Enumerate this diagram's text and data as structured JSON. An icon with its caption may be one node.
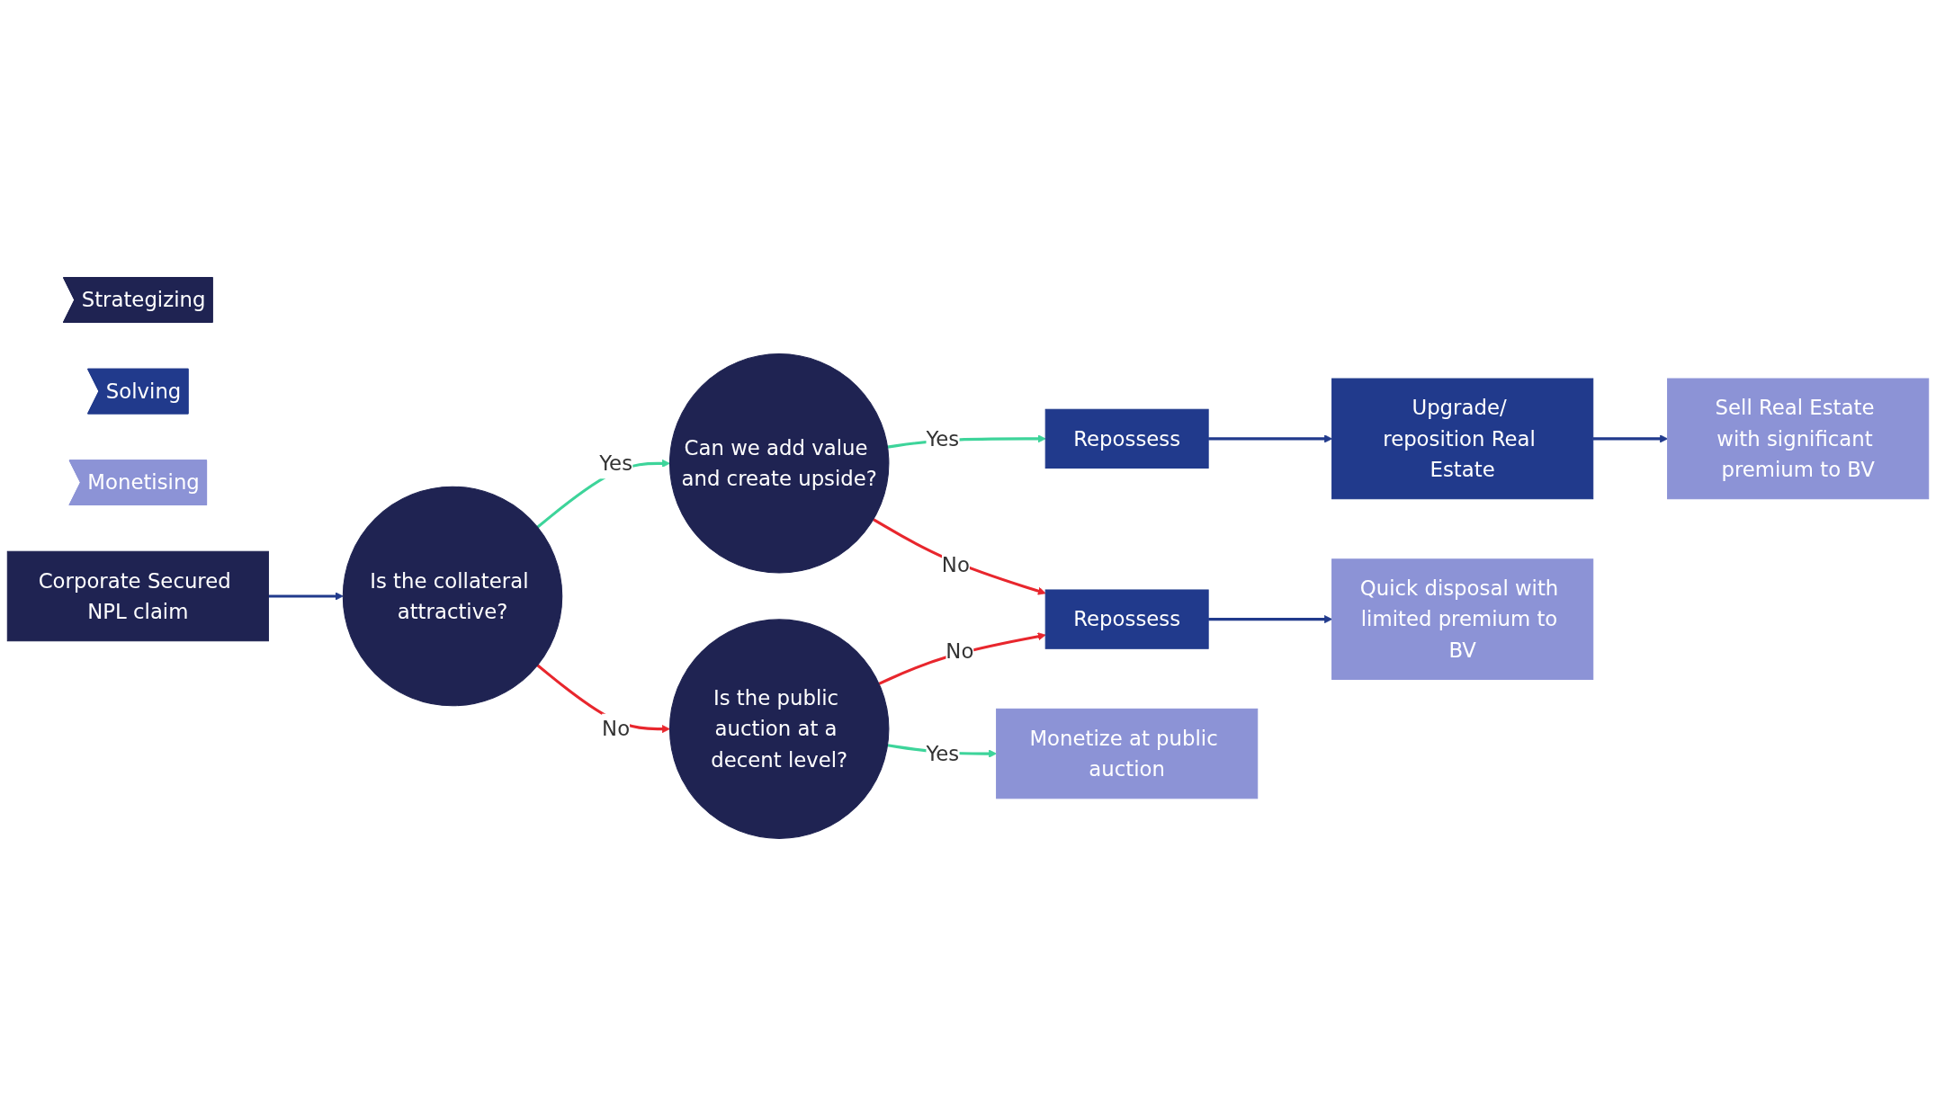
{
  "diagram": {
    "nodes": [
      {
        "text": [
          "Strategizing"
        ]
      },
      {
        "text": [
          "Solving"
        ]
      },
      {
        "text": [
          "Monetising"
        ]
      },
      {
        "text": [
          "Corporate Secured NPL claim"
        ]
      },
      {
        "text": [
          "Is the collateral attractive?"
        ]
      },
      {
        "text": [
          "Can we add value and create upside?"
        ]
      },
      {
        "text": [
          "Is the public auction at a decent level?"
        ]
      },
      {
        "text": [
          "Repossess"
        ]
      },
      {
        "text": [
          "Upgrade/ reposition Real Estate"
        ]
      },
      {
        "text": [
          "Sell Real Estate with significant premium to BV"
        ]
      },
      {
        "text": [
          "Repossess"
        ]
      },
      {
        "text": [
          "Quick disposal with limited premium to BV"
        ]
      },
      {
        "text": [
          "Monetize at public auction"
        ]
      }
    ],
    "edges": [
      {
        "from": 3,
        "to": 4,
        "arrow": "to"
      },
      {
        "from": 4,
        "to": 5,
        "arrow": "to",
        "label": "Yes",
        "color": "#3dd49a"
      },
      {
        "from": 4,
        "to": 6,
        "arrow": "to",
        "label": "No",
        "color": "#e8262d"
      },
      {
        "from": 5,
        "to": 7,
        "arrow": "to",
        "label": "Yes",
        "color": "#3dd49a"
      },
      {
        "from": 5,
        "to": 10,
        "arrow": "to",
        "label": "No",
        "color": "#e8262d"
      },
      {
        "from": 6,
        "to": 10,
        "arrow": "to",
        "label": "No",
        "color": "#e8262d"
      },
      {
        "from": 6,
        "to": 12,
        "arrow": "to",
        "label": "Yes",
        "color": "#3dd49a"
      },
      {
        "from": 7,
        "to": 8,
        "arrow": "to"
      },
      {
        "from": 8,
        "to": 9,
        "arrow": "to"
      },
      {
        "from": 10,
        "to": 11,
        "arrow": "to"
      }
    ]
  }
}
